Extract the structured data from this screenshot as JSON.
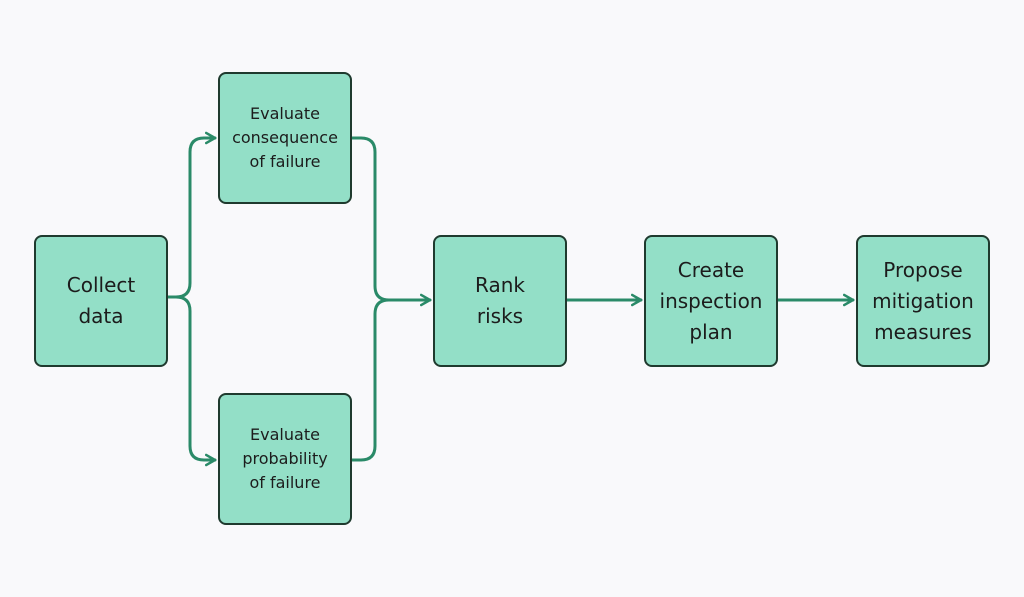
{
  "colors": {
    "background": "#f9f9fb",
    "node_fill": "#93dfc7",
    "node_border": "#1f3a2e",
    "connector": "#2a8a68"
  },
  "nodes": {
    "collect_data": "Collect\ndata",
    "evaluate_consequence": "Evaluate\nconsequence\nof failure",
    "evaluate_probability": "Evaluate\nprobability\nof failure",
    "rank_risks": "Rank\nrisks",
    "create_inspection_plan": "Create\ninspection\nplan",
    "propose_mitigation": "Propose\nmitigation\nmeasures"
  },
  "edges": [
    {
      "from": "Collect data",
      "to": "Evaluate consequence of failure"
    },
    {
      "from": "Collect data",
      "to": "Evaluate probability of failure"
    },
    {
      "from": "Evaluate consequence of failure",
      "to": "Rank risks"
    },
    {
      "from": "Evaluate probability of failure",
      "to": "Rank risks"
    },
    {
      "from": "Rank risks",
      "to": "Create inspection plan"
    },
    {
      "from": "Create inspection plan",
      "to": "Propose mitigation measures"
    }
  ]
}
